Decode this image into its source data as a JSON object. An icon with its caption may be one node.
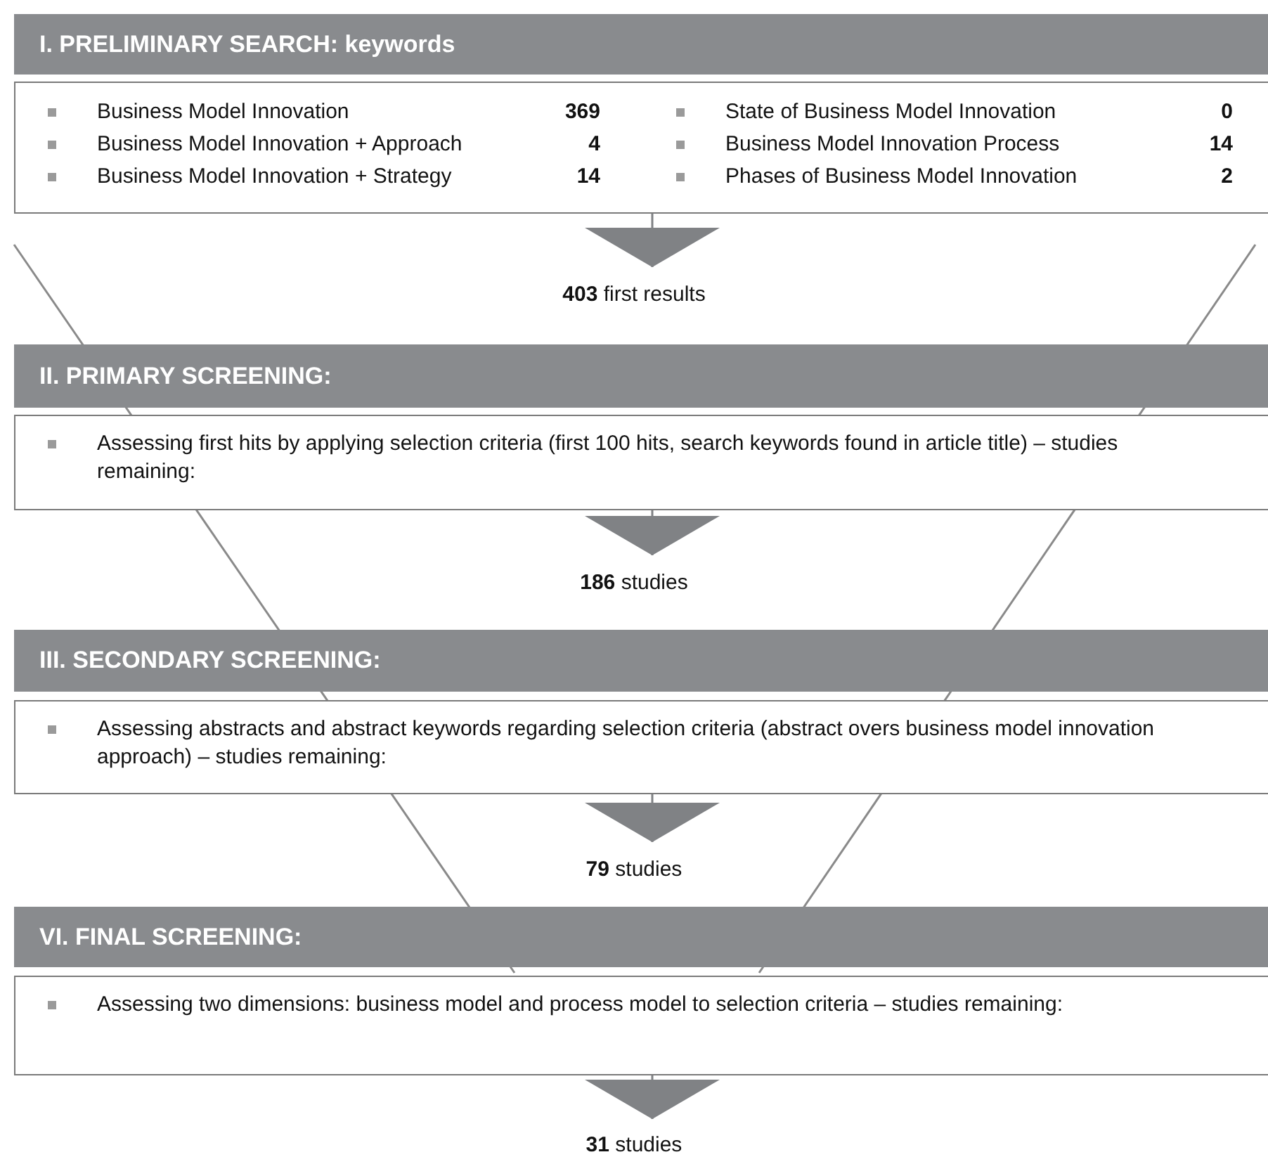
{
  "diagram": {
    "nodes": [
      {
        "text": [
          "I. PRELIMINARY SEARCH: keywords"
        ]
      },
      {
        "text": [
          "Business Model Innovation",
          "369",
          "Business Model Innovation + Approach",
          "4",
          "Business Model Innovation + Strategy",
          "14",
          "State of Business Model Innovation",
          "0",
          "Business Model Innovation Process",
          "14",
          "Phases of Business Model Innovation",
          "2"
        ]
      },
      {
        "text": [
          "**403** first results"
        ]
      },
      {
        "text": [
          "II. PRIMARY SCREENING:"
        ]
      },
      {
        "text": [
          "Assessing first hits by applying selection criteria (first 100 hits, search keywords found in article title) – studies remaining:"
        ]
      },
      {
        "text": [
          "**186** studies"
        ]
      },
      {
        "text": [
          "III. SECONDARY SCREENING:"
        ]
      },
      {
        "text": [
          "Assessing abstracts and abstract keywords regarding selection criteria (abstract overs business model innovation approach) – studies remaining:"
        ]
      },
      {
        "text": [
          "**79** studies"
        ]
      },
      {
        "text": [
          "VI. FINAL SCREENING:"
        ]
      },
      {
        "text": [
          "Assessing two dimensions: business model and process model to selection criteria – studies remaining:"
        ]
      },
      {
        "text": [
          "**31** studies"
        ]
      }
    ],
    "edges": [
      {
        "from": 1,
        "to": 2,
        "arrow": "to"
      },
      {
        "from": 4,
        "to": 5,
        "arrow": "to"
      },
      {
        "from": 7,
        "to": 8,
        "arrow": "to"
      },
      {
        "from": 10,
        "to": 11,
        "arrow": "to"
      }
    ]
  }
}
